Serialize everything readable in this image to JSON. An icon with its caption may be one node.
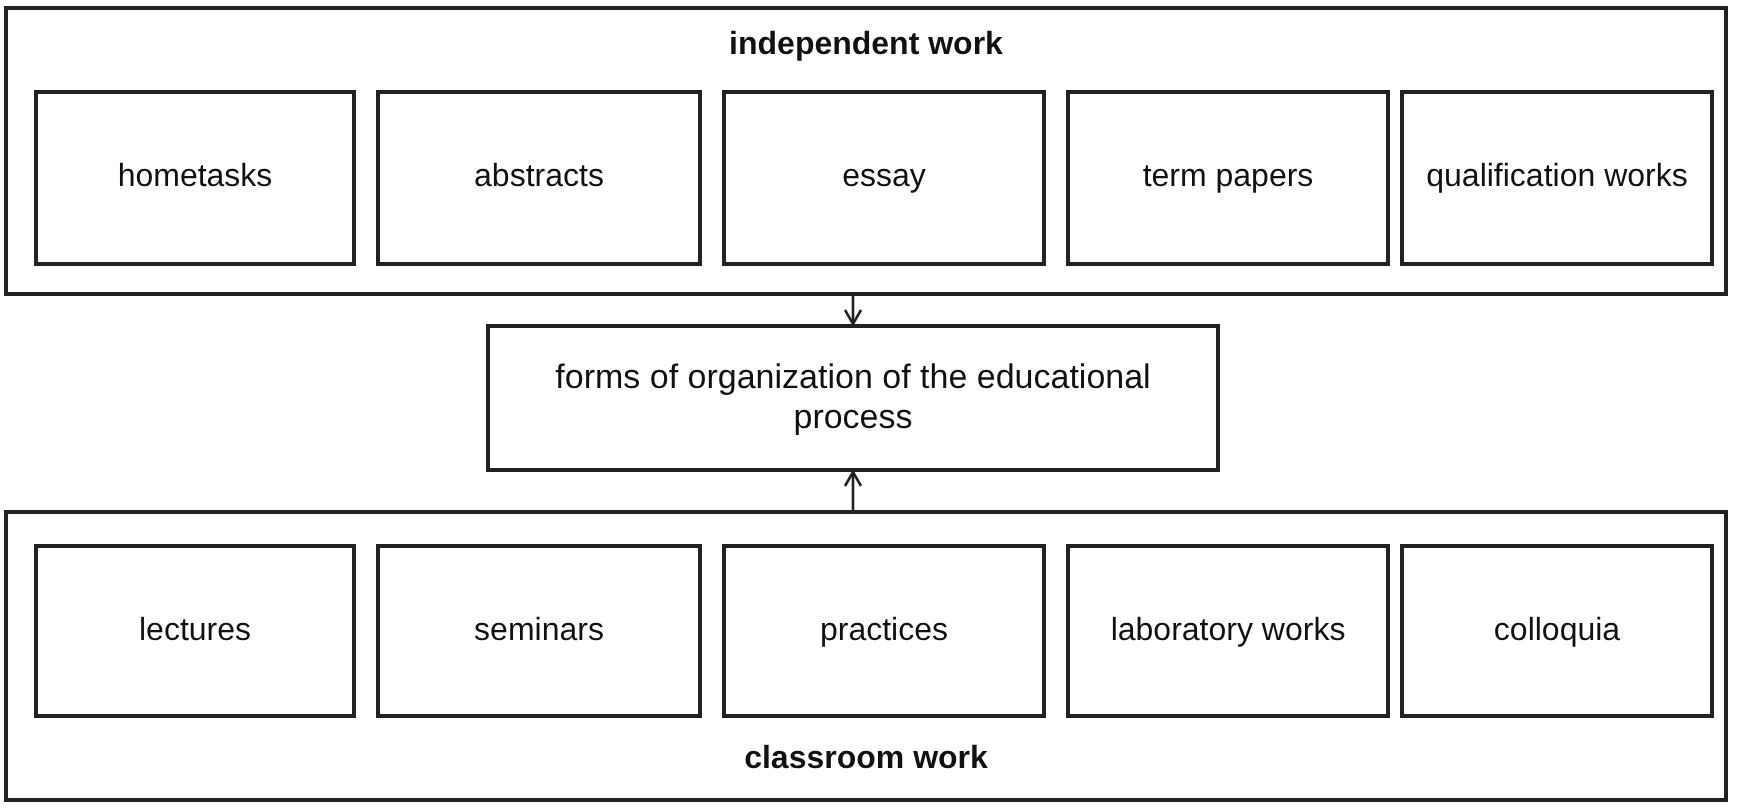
{
  "diagram": {
    "nodes": [
      {
        "text": [
          "independent work"
        ]
      },
      {
        "text": [
          "hometasks"
        ],
        "in": 0
      },
      {
        "text": [
          "abstracts"
        ],
        "in": 0
      },
      {
        "text": [
          "essay"
        ],
        "in": 0
      },
      {
        "text": [
          "term papers"
        ],
        "in": 0
      },
      {
        "text": [
          "qualification works"
        ],
        "in": 0
      },
      {
        "text": [
          "forms of organization of the educational process"
        ]
      },
      {
        "text": [
          "classroom work"
        ]
      },
      {
        "text": [
          "lectures"
        ],
        "in": 7
      },
      {
        "text": [
          "seminars"
        ],
        "in": 7
      },
      {
        "text": [
          "practices"
        ],
        "in": 7
      },
      {
        "text": [
          "laboratory works"
        ],
        "in": 7
      },
      {
        "text": [
          "colloquia"
        ],
        "in": 7
      }
    ],
    "edges": [
      {
        "from": 0,
        "to": 6,
        "arrow": "to"
      },
      {
        "from": 7,
        "to": 6,
        "arrow": "to"
      }
    ]
  }
}
